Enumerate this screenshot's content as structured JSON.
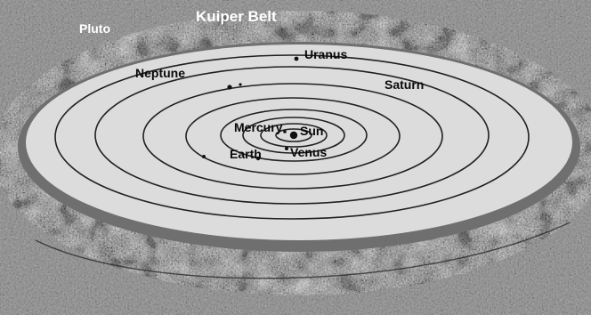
{
  "title": "Kuiper Belt",
  "labels": {
    "pluto": "Pluto",
    "neptune": "Neptune",
    "uranus": "Uranus",
    "saturn": "Saturn",
    "mercury": "Mercury",
    "sun": "Sun",
    "earth": "Earth",
    "venus": "Venus"
  }
}
